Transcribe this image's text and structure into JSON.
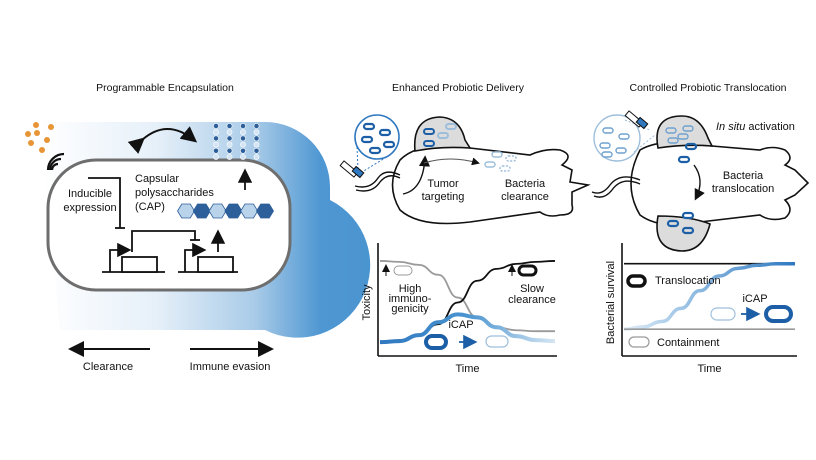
{
  "panels": {
    "encapsulation": {
      "title": "Programmable Encapsulation",
      "inducible_line1": "Inducible",
      "inducible_line2": "expression",
      "cap_line1": "Capsular",
      "cap_line2": "polysaccharides",
      "cap_line3": "(CAP)",
      "left_arrow_label": "Clearance",
      "right_arrow_label": "Immune evasion"
    },
    "delivery": {
      "title": "Enhanced Probiotic Delivery",
      "tumor_line1": "Tumor",
      "tumor_line2": "targeting",
      "clear_line1": "Bacteria",
      "clear_line2": "clearance"
    },
    "translocation": {
      "title": "Controlled Probiotic Translocation",
      "insitu_italic": "In situ",
      "insitu_rest": " activation",
      "trans_line1": "Bacteria",
      "trans_line2": "translocation"
    }
  },
  "colors": {
    "capsule_blue": "#4a94d0",
    "dark_blue": "#1d5fa6",
    "mid_blue": "#2f78c0",
    "light_blue": "#b9d3ea",
    "gray": "#9a9a9a",
    "orange": "#e89535",
    "tumor_gray": "#dcdcdc"
  },
  "chart_data": [
    {
      "type": "line",
      "title": "",
      "xlabel": "Time",
      "ylabel": "Toxicity",
      "grid": false,
      "series": [
        {
          "name": "High immuno-genicity",
          "color": "#9a9a9a",
          "values": [
            0.92,
            0.91,
            0.88,
            0.78,
            0.55,
            0.35,
            0.25,
            0.22,
            0.21,
            0.21
          ]
        },
        {
          "name": "Slow clearance",
          "color": "#111111",
          "values": [
            0.1,
            0.12,
            0.17,
            0.28,
            0.5,
            0.72,
            0.84,
            0.89,
            0.91,
            0.92
          ]
        },
        {
          "name": "iCAP",
          "color": "#4a94d0",
          "values": [
            0.1,
            0.11,
            0.17,
            0.3,
            0.38,
            0.35,
            0.25,
            0.16,
            0.12,
            0.11
          ]
        }
      ],
      "annotations": [
        "High",
        "immuno-",
        "genicity",
        "Slow",
        "clearance",
        "iCAP"
      ]
    },
    {
      "type": "line",
      "title": "",
      "xlabel": "Time",
      "ylabel": "Bacterial survival",
      "grid": false,
      "series": [
        {
          "name": "Translocation",
          "color": "#111111",
          "values": [
            0.9,
            0.9,
            0.9,
            0.9,
            0.9,
            0.9,
            0.9,
            0.9,
            0.9,
            0.9
          ]
        },
        {
          "name": "iCAP",
          "color": "#4a94d0",
          "values": [
            0.05,
            0.08,
            0.15,
            0.32,
            0.55,
            0.74,
            0.84,
            0.88,
            0.9,
            0.9
          ]
        },
        {
          "name": "Containment",
          "color": "#9a9a9a",
          "values": [
            0.05,
            0.05,
            0.05,
            0.05,
            0.05,
            0.05,
            0.05,
            0.05,
            0.05,
            0.05
          ]
        }
      ],
      "annotations": [
        "Translocation",
        "iCAP",
        "Containment"
      ]
    }
  ]
}
